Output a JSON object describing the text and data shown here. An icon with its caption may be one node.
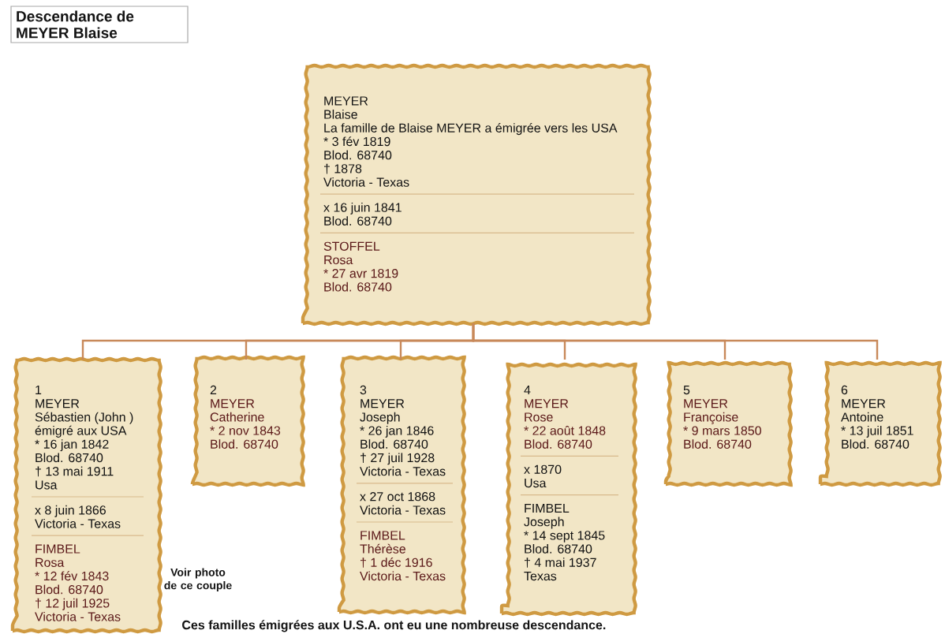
{
  "diagram": {
    "title": "Descendance de MEYER Blaise",
    "nodes": [
      {
        "text": [
          "MEYER",
          "Blaise",
          "La famille de Blaise MEYER a émigrée vers les USA",
          "* 3 fév 1819",
          "Blod. 68740",
          "† 1878",
          "Victoria - Texas",
          "x 16 juin 1841",
          "Blod. 68740",
          "STOFFEL",
          "Rosa",
          "* 27 avr 1819",
          "Blod. 68740"
        ]
      },
      {
        "text": [
          "1",
          "MEYER",
          "Sébastien (John )",
          "émigré aux USA",
          "* 16 jan 1842",
          "Blod. 68740",
          "† 13 mai 1911",
          "Usa",
          "x 8 juin 1866",
          "Victoria - Texas",
          "FIMBEL",
          "Rosa",
          "* 12 fév 1843",
          "Blod. 68740",
          "† 12 juil 1925",
          "Victoria - Texas"
        ],
        "beside": [
          "Voir photo de ce couple"
        ]
      },
      {
        "text": [
          "2",
          "MEYER",
          "Catherine",
          "* 2 nov 1843",
          "Blod. 68740"
        ]
      },
      {
        "text": [
          "3",
          "MEYER",
          "Joseph",
          "* 26 jan 1846",
          "Blod. 68740",
          "† 27 juil 1928",
          "Victoria - Texas",
          "x 27 oct 1868",
          "Victoria - Texas",
          "FIMBEL",
          "Thérèse",
          "† 1 déc 1916",
          "Victoria - Texas"
        ]
      },
      {
        "text": [
          "4",
          "MEYER",
          "Rose",
          "* 22 août 1848",
          "Blod. 68740",
          "x 1870",
          "Usa",
          "FIMBEL",
          "Joseph",
          "* 14 sept 1845",
          "Blod. 68740",
          "† 4 mai 1937",
          "Texas"
        ]
      },
      {
        "text": [
          "5",
          "MEYER",
          "Françoise",
          "* 9 mars 1850",
          "Blod. 68740"
        ]
      },
      {
        "text": [
          "6",
          "MEYER",
          "Antoine",
          "* 13 juil 1851",
          "Blod. 68740"
        ]
      }
    ],
    "edges": [
      {
        "from": 0,
        "to": 1,
        "arrow": "none"
      },
      {
        "from": 0,
        "to": 2,
        "arrow": "none"
      },
      {
        "from": 0,
        "to": 3,
        "arrow": "none"
      },
      {
        "from": 0,
        "to": 4,
        "arrow": "none"
      },
      {
        "from": 0,
        "to": 5,
        "arrow": "none"
      },
      {
        "from": 0,
        "to": 6,
        "arrow": "none"
      }
    ],
    "labels": [
      "Ces familles émigrées aux U.S.A. ont eu une nombreuse descendance."
    ]
  }
}
